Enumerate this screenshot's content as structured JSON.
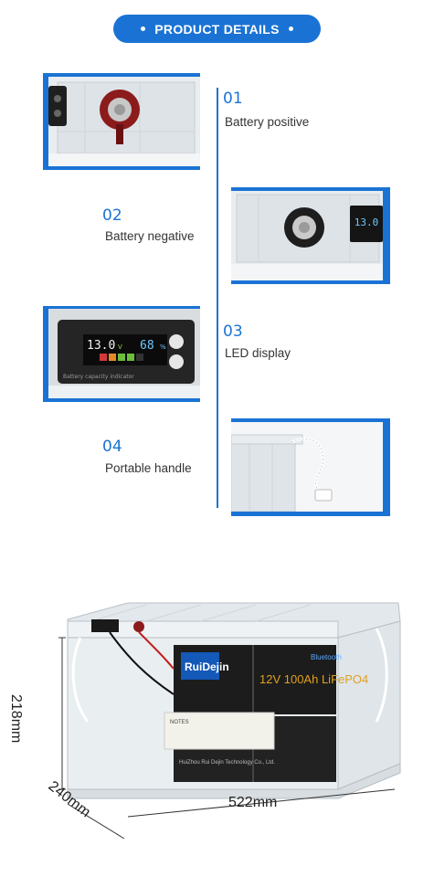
{
  "header": {
    "title": "PRODUCT DETAILS"
  },
  "features": [
    {
      "number": "01",
      "label": "Battery positive"
    },
    {
      "number": "02",
      "label": "Battery negative"
    },
    {
      "number": "03",
      "label": "LED display"
    },
    {
      "number": "04",
      "label": "Portable handle"
    }
  ],
  "led_display": {
    "voltage": "13.0",
    "voltage_unit": "V",
    "percent": "68",
    "percent_unit": "%",
    "caption": "Battery capacity indicator"
  },
  "negative_display": "13.0",
  "battery": {
    "brand": "RuiDejin",
    "model_text": "12V 100Ah LiFePO4",
    "bluetooth": "Bluetooth",
    "notes": "NOTES",
    "company": "HuiZhou Rui Dejin Technology Co., Ltd."
  },
  "dimensions": {
    "height": "218mm",
    "depth": "240mm",
    "length": "522mm"
  }
}
